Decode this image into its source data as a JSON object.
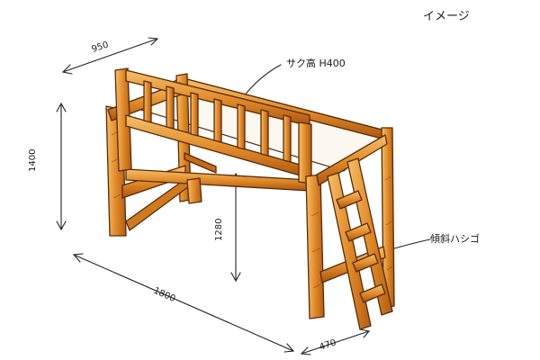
{
  "labels": {
    "title": "イメージ",
    "width_dim": "950",
    "height_dim": "1400",
    "inner_height_dim": "1280",
    "length_dim": "1800",
    "depth_dim": "470",
    "rail_note": "サク高 H400",
    "ladder_note": "傾斜ハシゴ"
  },
  "colors": {
    "wood_light": "#f3b04e",
    "wood_mid": "#d9801f",
    "wood_dark": "#a4520f",
    "edge": "#5a2a08",
    "ink": "#222222",
    "paper": "#ffffff"
  }
}
